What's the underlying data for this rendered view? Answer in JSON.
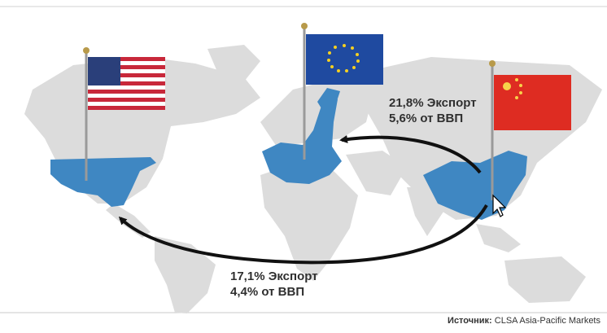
{
  "flows": [
    {
      "from": "China",
      "to": "EU",
      "line1": "21,8% Экспорт",
      "line2": "5,6% от ВВП"
    },
    {
      "from": "China",
      "to": "USA",
      "line1": "17,1% Экспорт",
      "line2": "4,4% от ВВП"
    }
  ],
  "source": {
    "prefix": "Источник:",
    "name": "CLSA Asia-Pacific Markets"
  },
  "colors": {
    "highlight": "#3f87c2",
    "land": "#dcdcdc",
    "arrow": "#111111"
  }
}
